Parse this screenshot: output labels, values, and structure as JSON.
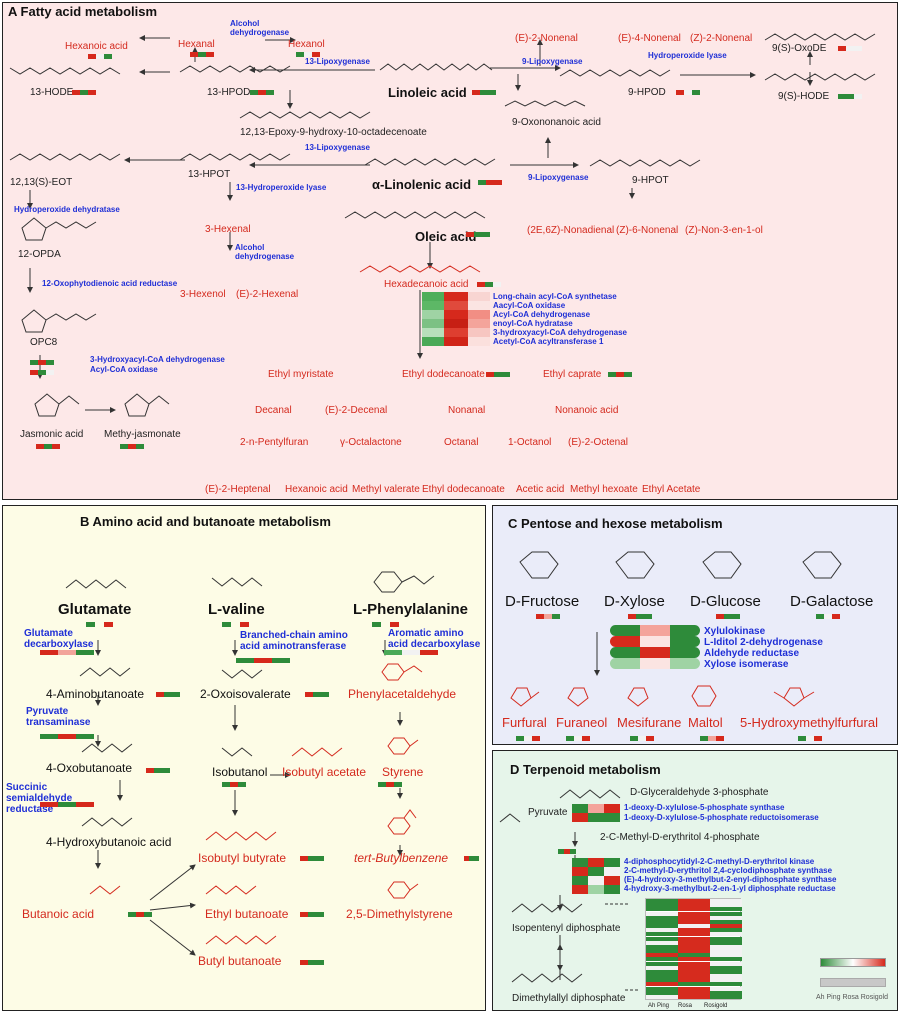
{
  "colors": {
    "panel_a_bg": "#fde8e8",
    "panel_b_bg": "#fdfce6",
    "panel_c_bg": "#eaecf9",
    "panel_d_bg": "#e6f5ea",
    "high": "#d62b1e",
    "low": "#2e8b3a",
    "mid": "#f2f2f2",
    "enzyme_text": "#1f2fd6",
    "compound_red": "#d42a1e"
  },
  "panel_a": {
    "title": "A  Fatty acid metabolism",
    "enzymes": {
      "alcohol_dh": "Alcohol dehydrogenase",
      "lox13": "13-Lipoxygenase",
      "lox9": "9-Lipoxygenase",
      "hpl9": "Hydroperoxide lyase",
      "lox13b": "13-Lipoxygenase",
      "lox9b": "9-Lipoxygenase",
      "hpl13": "13-Hydroperoxide lyase",
      "alcohol_dh2": "Alcohol dehydrogenase",
      "hpd": "Hydroperoxide dehydratase",
      "opda_reductase": "12-Oxophytodienoic acid reductase",
      "hacd": "3-Hydroxyacyl-CoA dehydrogenase",
      "aco": "Acyl-CoA oxidase"
    },
    "compounds": {
      "hexanoic_acid_top": "Hexanoic acid",
      "hexanal": "Hexanal",
      "hexanol": "Hexanol",
      "e2_nonenal": "(E)-2-Nonenal",
      "e4_nonenal": "(E)-4-Nonenal",
      "z2_nonenal": "(Z)-2-Nonenal",
      "oxode": "9(S)-OxoDE",
      "hode13": "13-HODE",
      "hpod13": "13-HPOD",
      "linoleic": "Linoleic acid",
      "hpod9": "9-HPOD",
      "hode9": "9(S)-HODE",
      "epoxy": "12,13-Epoxy-9-hydroxy-10-octadecenoate",
      "oxononanoic": "9-Oxononanoic acid",
      "eot": "12,13(S)-EOT",
      "hpot13": "13-HPOT",
      "linolenic": "α-Linolenic acid",
      "hpot9": "9-HPOT",
      "hexenal3": "3-Hexenal",
      "oleic": "Oleic acid",
      "nonadienal": "(2E,6Z)-Nonadienal",
      "z6_nonenal": "(Z)-6-Nonenal",
      "non3enol": "(Z)-Non-3-en-1-ol",
      "opda": "12-OPDA",
      "hexenol3": "3-Hexenol",
      "e2_hexenal": "(E)-2-Hexenal",
      "hexadecanoic": "Hexadecanoic acid",
      "opc8": "OPC8",
      "ethyl_myristate": "Ethyl myristate",
      "ethyl_dodecanoate": "Ethyl dodecanoate",
      "ethyl_caprate": "Ethyl caprate",
      "jasmonic": "Jasmonic acid",
      "methyl_jasmonate": "Methy-jasmonate",
      "decanal": "Decanal",
      "e2_decenal": "(E)-2-Decenal",
      "nonanal": "Nonanal",
      "nonanoic": "Nonanoic acid",
      "pentylfuran": "2-n-Pentylfuran",
      "octalactone": "γ-Octalactone",
      "octanal": "Octanal",
      "octanol": "1-Octanol",
      "e2_octenal": "(E)-2-Octenal",
      "e2_heptenal": "(E)-2-Heptenal",
      "hexanoic_acid": "Hexanoic acid",
      "methyl_valerate": "Methyl valerate",
      "ethyl_dodecanoate2": "Ethyl dodecanoate",
      "acetic": "Acetic acid",
      "methyl_hexoate": "Methyl hexoate",
      "ethyl_acetate": "Ethyl Acetate"
    },
    "heatmap_labels": [
      "Long-chain acyl-CoA synthetase",
      "Aacyl-CoA oxidase",
      "Acyl-CoA dehydrogenase",
      "enoyl-CoA hydratase",
      "3-hydroxyacyl-CoA dehydrogenase",
      "Acetyl-CoA acyltransferase 1"
    ]
  },
  "panel_b": {
    "title": "B  Amino acid and butanoate metabolism",
    "glutamate": "Glutamate",
    "valine": "L-valine",
    "phenylalanine": "L-Phenylalanine",
    "enz_gad": "Glutamate decarboxylase",
    "enz_bcat": "Branched-chain amino acid aminotransferase",
    "enz_aadc": "Aromatic amino acid decarboxylase",
    "aminobutanoate": "4-Aminobutanoate",
    "oxoisovalerate": "2-Oxoisovalerate",
    "phenylacetaldehyde": "Phenylacetaldehyde",
    "enz_pt": "Pyruvate transaminase",
    "oxobutanoate": "4-Oxobutanoate",
    "isobutanol": "Isobutanol",
    "isobutyl_acetate": "Isobutyl acetate",
    "styrene": "Styrene",
    "enz_ssadh": "Succinic semialdehyde reductase",
    "hydroxybutanoic": "4-Hydroxybutanoic acid",
    "butylbenzene": "tert-Butylbenzene",
    "isobutyl_butyrate": "Isobutyl butyrate",
    "butanoic": "Butanoic acid",
    "ethyl_butanoate": "Ethyl butanoate",
    "dimethylstyrene": "2,5-Dimethylstyrene",
    "butyl_butanoate": "Butyl butanoate"
  },
  "panel_c": {
    "title": "C  Pentose and hexose metabolism",
    "sugars": [
      "D-Fructose",
      "D-Xylose",
      "D-Glucose",
      "D-Galactose"
    ],
    "enzymes": [
      "Xylulokinase",
      "L-Iditol 2-dehydrogenase",
      "Aldehyde reductase",
      "Xylose isomerase"
    ],
    "products": [
      "Furfural",
      "Furaneol",
      "Mesifurane",
      "Maltol",
      "5-Hydroxymethylfurfural"
    ]
  },
  "panel_d": {
    "title": "D  Terpenoid metabolism",
    "g3p": "D-Glyceraldehyde 3-phosphate",
    "pyruvate": "Pyruvate",
    "enz_1": "1-deoxy-D-xylulose-5-phosphate synthase",
    "enz_2": "1-deoxy-D-xylulose-5-phosphate reductoisomerase",
    "mep": "2-C-Methyl-D-erythritol 4-phosphate",
    "enz_3": "4-diphosphocytidyl-2-C-methyl-D-erythritol kinase",
    "enz_4": "2-C-methyl-D-erythritol 2,4-cyclodiphosphate synthase",
    "enz_5": "(E)-4-hydroxy-3-methylbut-2-enyl-diphosphate synthase",
    "enz_6": "4-hydroxy-3-methylbut-2-en-1-yl diphosphate reductase",
    "ipp": "Isopentenyl diphosphate",
    "dmapp": "Dimethylallyl diphosphate",
    "columns": [
      "Ah Ping",
      "Rosa",
      "Rosigold"
    ],
    "legend_samples": "Ah Ping Rosa Rosigold"
  }
}
